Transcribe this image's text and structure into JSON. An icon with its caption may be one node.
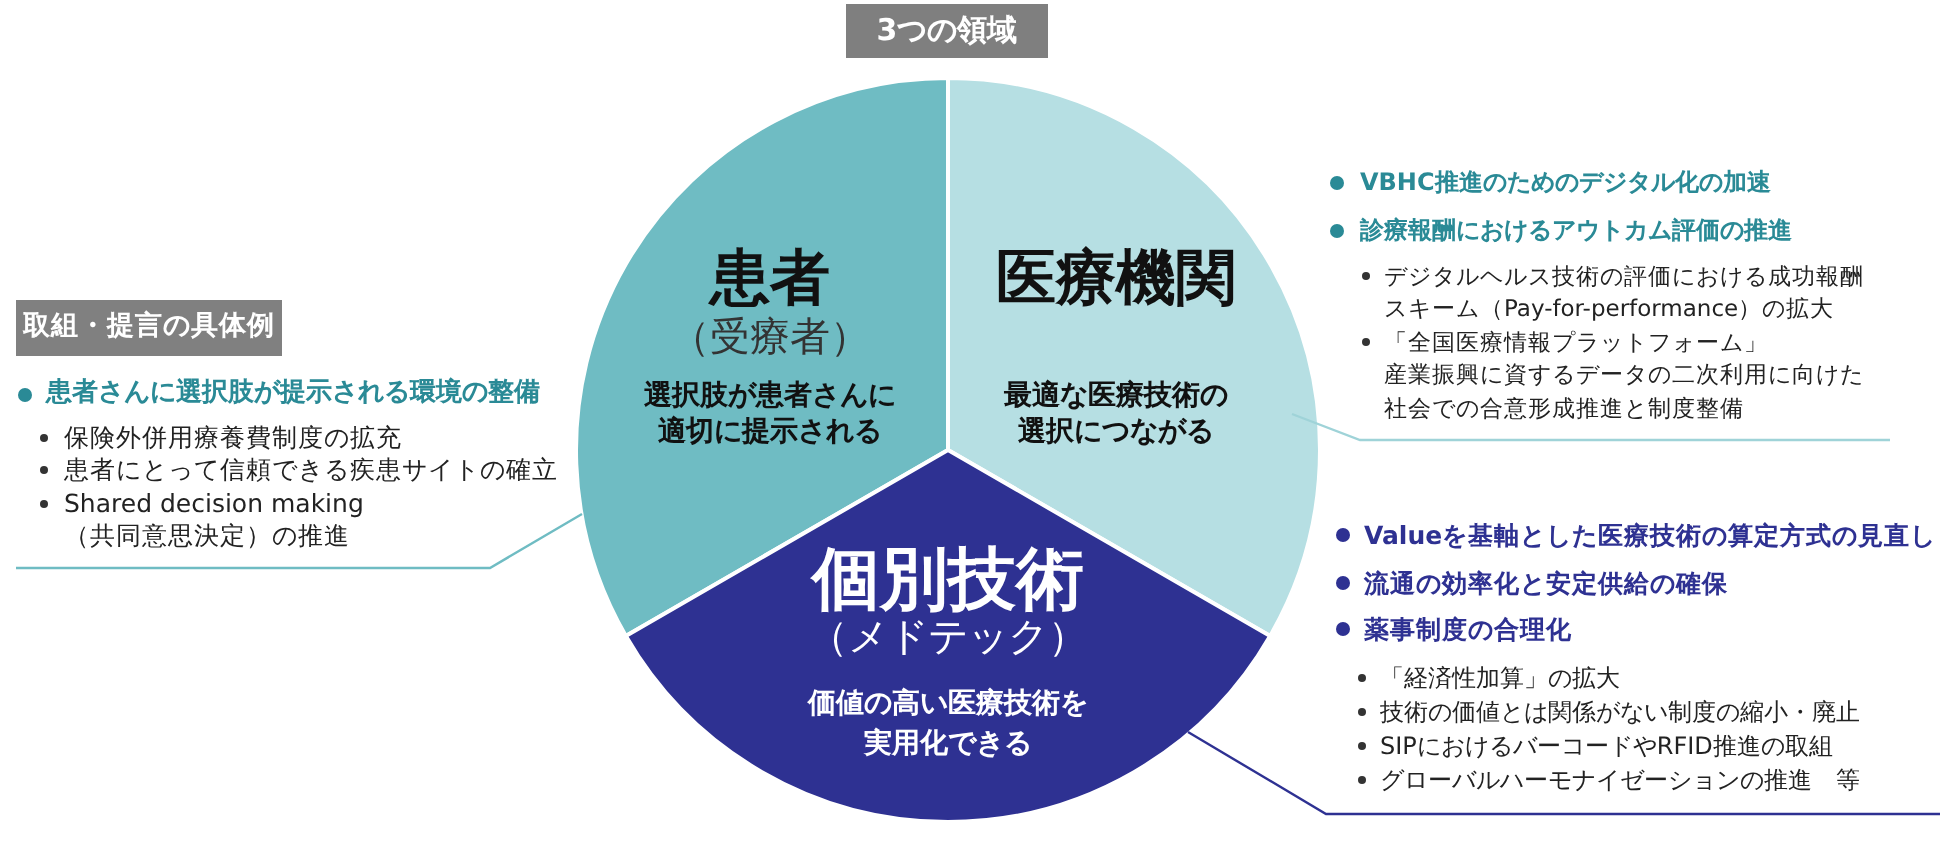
{
  "diagram": {
    "title": "3つの領域",
    "nodes": [
      {
        "text": [
          "患者",
          "（受療者）",
          "選択肢が患者さんに適切に提示される"
        ]
      },
      {
        "text": [
          "医療機関",
          "最適な医療技術の選択につながる"
        ]
      },
      {
        "text": [
          "個別技術",
          "（メドテック）",
          "価値の高い医療技術を実用化できる"
        ]
      },
      {
        "text": [
          "取組・提言の具体例"
        ]
      },
      {
        "text": [
          "患者さんに選択肢が提示される環境の整備",
          "保険外併用療養費制度の拡充",
          "患者にとって信頼できる疾患サイトの確立",
          "Shared decision making（共同意思決定）の推進"
        ]
      },
      {
        "text": [
          "VBHC推進のためのデジタル化の加速",
          "診療報酬におけるアウトカム評価の推進",
          "デジタルヘルス技術の評価における成功報酬スキーム（Pay-for-performance）の拡大",
          "「全国医療情報プラットフォーム」",
          "産業振興に資するデータの二次利用に向けた社会での合意形成推進と制度整備"
        ]
      },
      {
        "text": [
          "Valueを基軸とした医療技術の算定方式の見直し",
          "流通の効率化と安定供給の確保",
          "薬事制度の合理化",
          "「経済性加算」の拡大",
          "技術の価値とは関係がない制度の縮小・廃止",
          "SIPにおけるバーコードやRFID推進の取組",
          "グローバルハーモナイゼーションの推進　等"
        ]
      }
    ],
    "edges": [
      {
        "from": 4,
        "to": 0,
        "arrow": "none",
        "color": "#6fbcc3"
      },
      {
        "from": 5,
        "to": 1,
        "arrow": "none",
        "color": "#9fd3d8"
      },
      {
        "from": 6,
        "to": 2,
        "arrow": "none",
        "color": "#2e3192"
      }
    ]
  }
}
